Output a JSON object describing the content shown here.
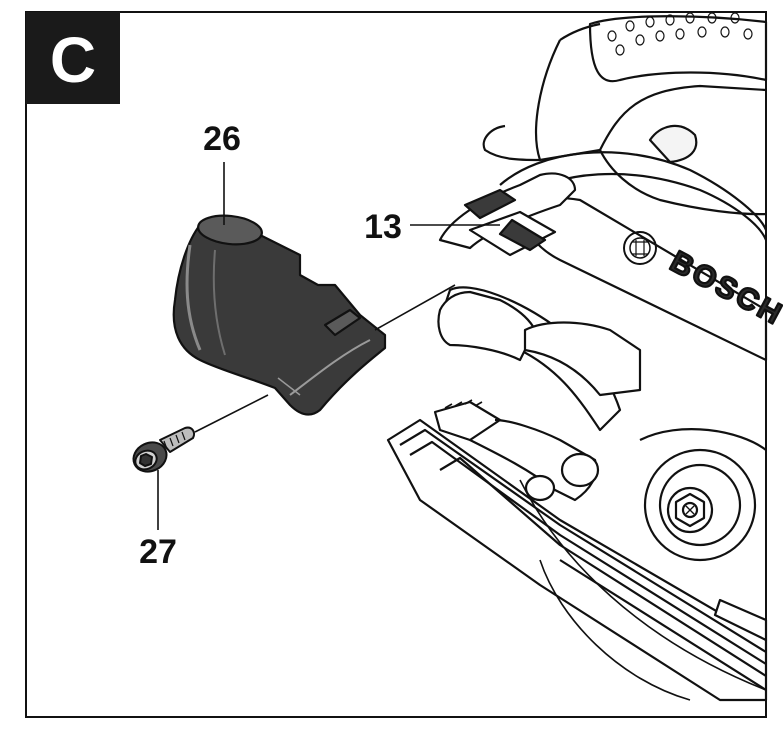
{
  "figure": {
    "panel_label": "C",
    "brand_text": "BOSCH",
    "callouts": [
      {
        "id": "dust-extraction-adapter",
        "number": "26"
      },
      {
        "id": "chip-ejector",
        "number": "13"
      },
      {
        "id": "screw",
        "number": "27"
      }
    ]
  },
  "colors": {
    "panel_badge": "#1a1a1a",
    "part_dark": "#3a3a3a",
    "outline": "#111111",
    "background": "#ffffff"
  }
}
